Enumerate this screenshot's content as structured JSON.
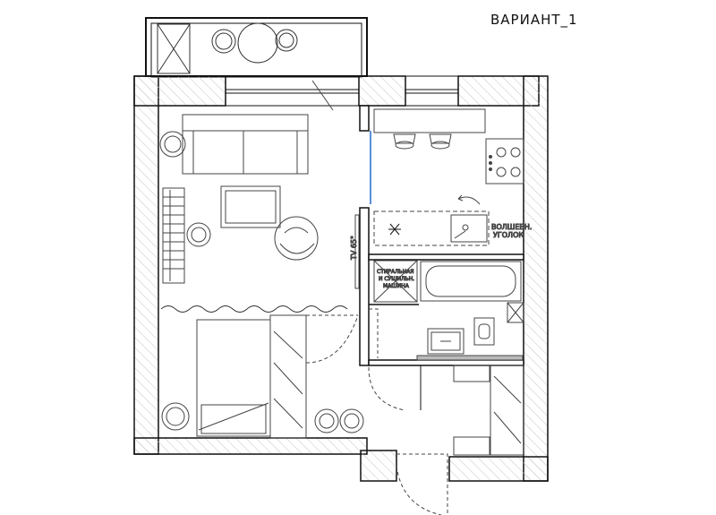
{
  "title": "ВАРИАНТ_1",
  "labels": {
    "tv": "TV 65\"",
    "washer_line1": "СТИРАЛЬНАЯ",
    "washer_line2": "И СУШИЛЬН.",
    "washer_line3": "МАШИНА",
    "nook_line1": "ВОЛШЕБН.",
    "nook_line2": "УГОЛОК"
  },
  "colors": {
    "wall_fill": "#ffffff",
    "wall_stroke": "#111111",
    "hatch": "#bbbbbb",
    "furniture": "#444444",
    "glass": "#5b8fd9"
  }
}
